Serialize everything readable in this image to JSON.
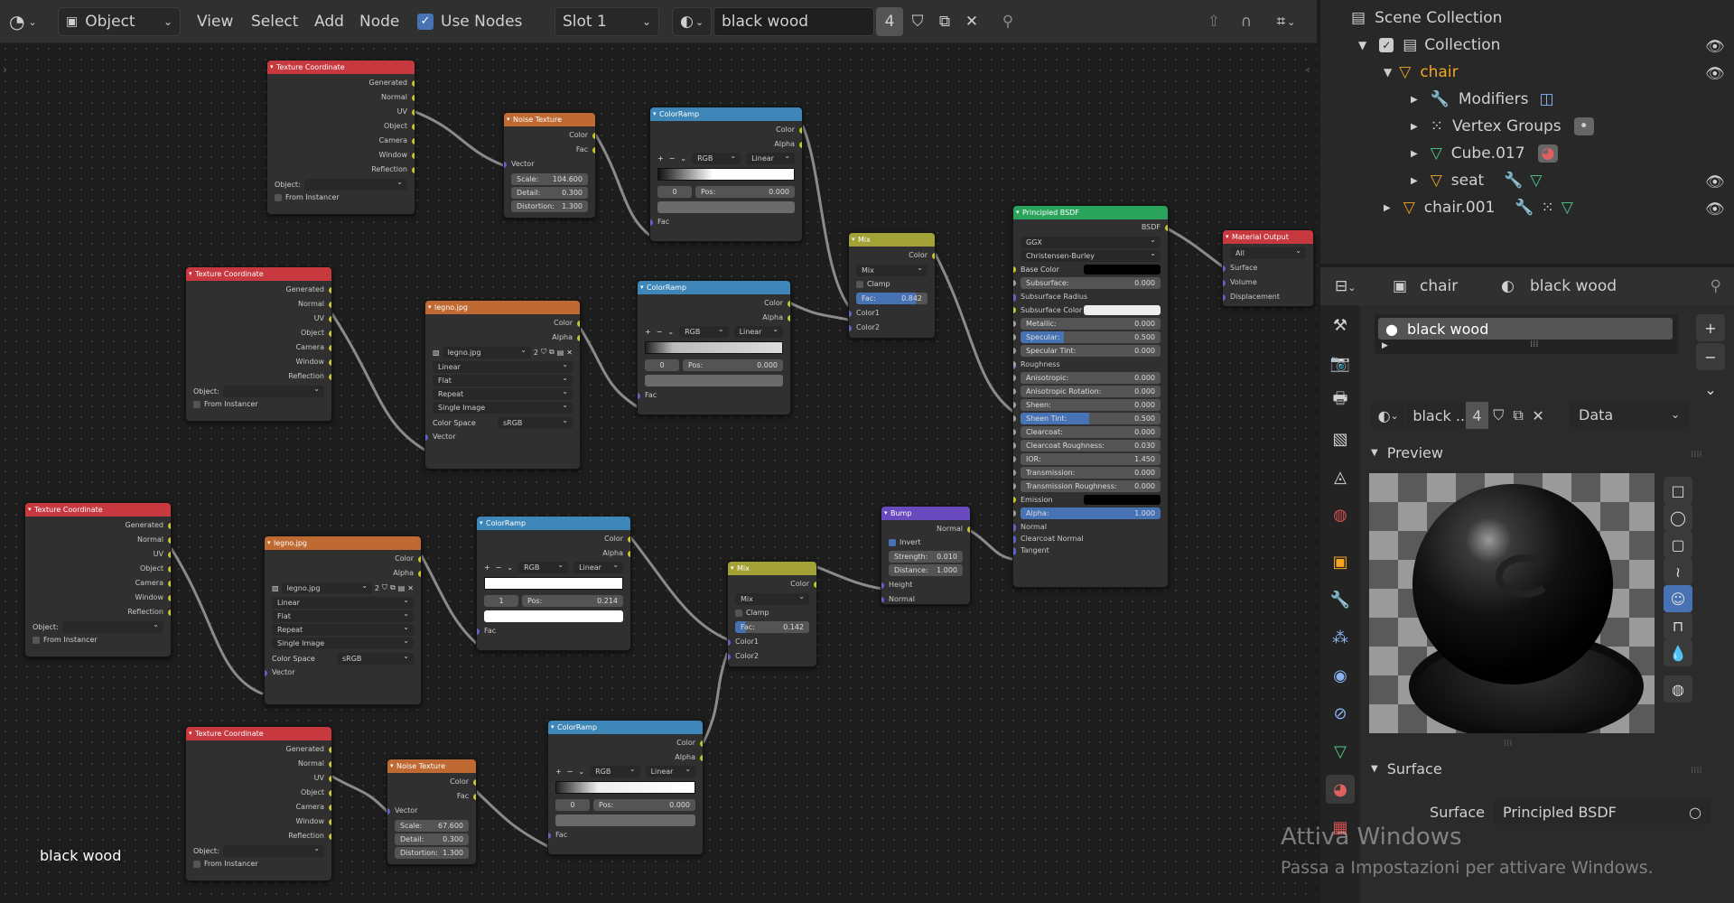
{
  "colors": {
    "header_texcoord": "#c8383f",
    "header_texture": "#c06a33",
    "header_converter": "#3f86b8",
    "header_shader": "#2aa35c",
    "header_vector": "#6a4bbf",
    "header_color": "#a3a237",
    "header_output": "#c8383f",
    "socket_vector": "#6363c7",
    "socket_color": "#c7c729",
    "socket_float": "#a1a1a1",
    "socket_shader": "#63c763",
    "accent": "#4772b3",
    "orange": "#f5a623"
  },
  "header": {
    "editor_icon": "node-editor-icon",
    "mode": "Object",
    "menus": [
      "View",
      "Select",
      "Add",
      "Node"
    ],
    "use_nodes": "Use Nodes",
    "slot": "Slot 1",
    "material": "black wood",
    "users": "4"
  },
  "tc": {
    "title": "Texture Coordinate",
    "outputs": [
      "Generated",
      "Normal",
      "UV",
      "Object",
      "Camera",
      "Window",
      "Reflection"
    ],
    "object_label": "Object:",
    "from_instancer": "From Instancer"
  },
  "noise1": {
    "title": "Noise Texture",
    "outputs": [
      "Color",
      "Fac"
    ],
    "input": "Vector",
    "fields": [
      [
        "Scale:",
        "104.600"
      ],
      [
        "Detail:",
        "0.300"
      ],
      [
        "Distortion:",
        "1.300"
      ]
    ]
  },
  "noise2": {
    "title": "Noise Texture",
    "outputs": [
      "Color",
      "Fac"
    ],
    "input": "Vector",
    "fields": [
      [
        "Scale:",
        "67.600"
      ],
      [
        "Detail:",
        "0.300"
      ],
      [
        "Distortion:",
        "1.300"
      ]
    ]
  },
  "img1": {
    "title": "legno.jpg",
    "outputs": [
      "Color",
      "Alpha"
    ],
    "image_name": "legno.jpg",
    "users": "2",
    "dropdowns": [
      "Linear",
      "Flat",
      "Repeat",
      "Single Image"
    ],
    "colorspace_label": "Color Space",
    "colorspace": "sRGB",
    "input": "Vector"
  },
  "img2": {
    "title": "legno.jpg",
    "outputs": [
      "Color",
      "Alpha"
    ],
    "image_name": "legno.jpg",
    "users": "2",
    "dropdowns": [
      "Linear",
      "Flat",
      "Repeat",
      "Single Image"
    ],
    "colorspace_label": "Color Space",
    "colorspace": "sRGB",
    "input": "Vector"
  },
  "ramp1": {
    "title": "ColorRamp",
    "outputs": [
      "Color",
      "Alpha"
    ],
    "mode": "RGB",
    "interp": "Linear",
    "index": "0",
    "pos_label": "Pos:",
    "pos": "0.000",
    "input": "Fac"
  },
  "ramp2": {
    "title": "ColorRamp",
    "outputs": [
      "Color",
      "Alpha"
    ],
    "mode": "RGB",
    "interp": "Linear",
    "index": "0",
    "pos_label": "Pos:",
    "pos": "0.000",
    "input": "Fac"
  },
  "ramp3": {
    "title": "ColorRamp",
    "outputs": [
      "Color",
      "Alpha"
    ],
    "mode": "RGB",
    "interp": "Linear",
    "index": "1",
    "pos_label": "Pos:",
    "pos": "0.214",
    "input": "Fac"
  },
  "ramp4": {
    "title": "ColorRamp",
    "outputs": [
      "Color",
      "Alpha"
    ],
    "mode": "RGB",
    "interp": "Linear",
    "index": "0",
    "pos_label": "Pos:",
    "pos": "0.000",
    "input": "Fac"
  },
  "mix1": {
    "title": "Mix",
    "output": "Color",
    "blend": "Mix",
    "clamp": "Clamp",
    "fac_label": "Fac:",
    "fac": "0.842",
    "inputs": [
      "Color1",
      "Color2"
    ]
  },
  "mix2": {
    "title": "Mix",
    "output": "Color",
    "blend": "Mix",
    "clamp": "Clamp",
    "fac_label": "Fac:",
    "fac": "0.142",
    "inputs": [
      "Color1",
      "Color2"
    ]
  },
  "bump": {
    "title": "Bump",
    "output": "Normal",
    "invert": "Invert",
    "fields": [
      [
        "Strength:",
        "0.010"
      ],
      [
        "Distance:",
        "1.000"
      ]
    ],
    "inputs": [
      "Height",
      "Normal"
    ]
  },
  "bsdf": {
    "title": "Principled BSDF",
    "output": "BSDF",
    "dist": "GGX",
    "sss": "Christensen-Burley",
    "rows": [
      [
        "Base Color",
        ""
      ],
      [
        "Subsurface:",
        "0.000"
      ],
      [
        "Subsurface Radius",
        ""
      ],
      [
        "Subsurface Color",
        ""
      ],
      [
        "Metallic:",
        "0.000"
      ],
      [
        "Specular:",
        "0.500"
      ],
      [
        "Specular Tint:",
        "0.000"
      ],
      [
        "Roughness",
        ""
      ],
      [
        "Anisotropic:",
        "0.000"
      ],
      [
        "Anisotropic Rotation:",
        "0.000"
      ],
      [
        "Sheen:",
        "0.000"
      ],
      [
        "Sheen Tint:",
        "0.500"
      ],
      [
        "Clearcoat:",
        "0.000"
      ],
      [
        "Clearcoat Roughness:",
        "0.030"
      ],
      [
        "IOR:",
        "1.450"
      ],
      [
        "Transmission:",
        "0.000"
      ],
      [
        "Transmission Roughness:",
        "0.000"
      ],
      [
        "Emission",
        ""
      ],
      [
        "Alpha:",
        "1.000"
      ],
      [
        "Normal",
        ""
      ],
      [
        "Clearcoat Normal",
        ""
      ],
      [
        "Tangent",
        ""
      ]
    ]
  },
  "matout": {
    "title": "Material Output",
    "target": "All",
    "inputs": [
      "Surface",
      "Volume",
      "Displacement"
    ]
  },
  "node_tree_label": "black wood",
  "outliner": {
    "scene_collection": "Scene Collection",
    "collection": "Collection",
    "chair": "chair",
    "modifiers": "Modifiers",
    "vertex_groups": "Vertex Groups",
    "cube": "Cube.017",
    "seat": "seat",
    "chair001": "chair.001"
  },
  "props": {
    "object": "chair",
    "material": "black wood",
    "slot_name": "black wood",
    "mat_short": "black ..",
    "users": "4",
    "link": "Data",
    "preview": "Preview",
    "surface_section": "Surface",
    "surface_label": "Surface",
    "surface_value": "Principled BSDF"
  },
  "watermark": {
    "line1": "Attiva Windows",
    "line2": "Passa a Impostazioni per attivare Windows."
  }
}
